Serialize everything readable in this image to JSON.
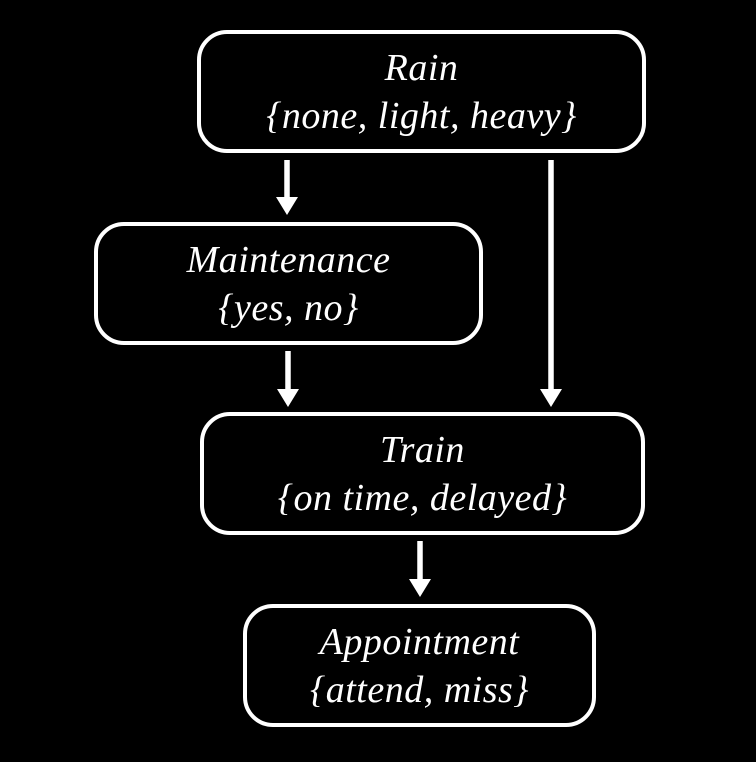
{
  "diagram": {
    "type": "bayesian-network",
    "colors": {
      "background": "#000000",
      "node_border": "#ffffff",
      "node_fill": "#000000",
      "text": "#ffffff",
      "arrow": "#ffffff"
    },
    "nodes": [
      {
        "id": "rain",
        "label": "Rain",
        "values": "{none, light, heavy}"
      },
      {
        "id": "maintenance",
        "label": "Maintenance",
        "values": "{yes, no}"
      },
      {
        "id": "train",
        "label": "Train",
        "values": "{on time, delayed}"
      },
      {
        "id": "appointment",
        "label": "Appointment",
        "values": "{attend, miss}"
      }
    ],
    "edges": [
      {
        "from": "Rain",
        "to": "Maintenance"
      },
      {
        "from": "Rain",
        "to": "Train"
      },
      {
        "from": "Maintenance",
        "to": "Train"
      },
      {
        "from": "Train",
        "to": "Appointment"
      }
    ]
  }
}
